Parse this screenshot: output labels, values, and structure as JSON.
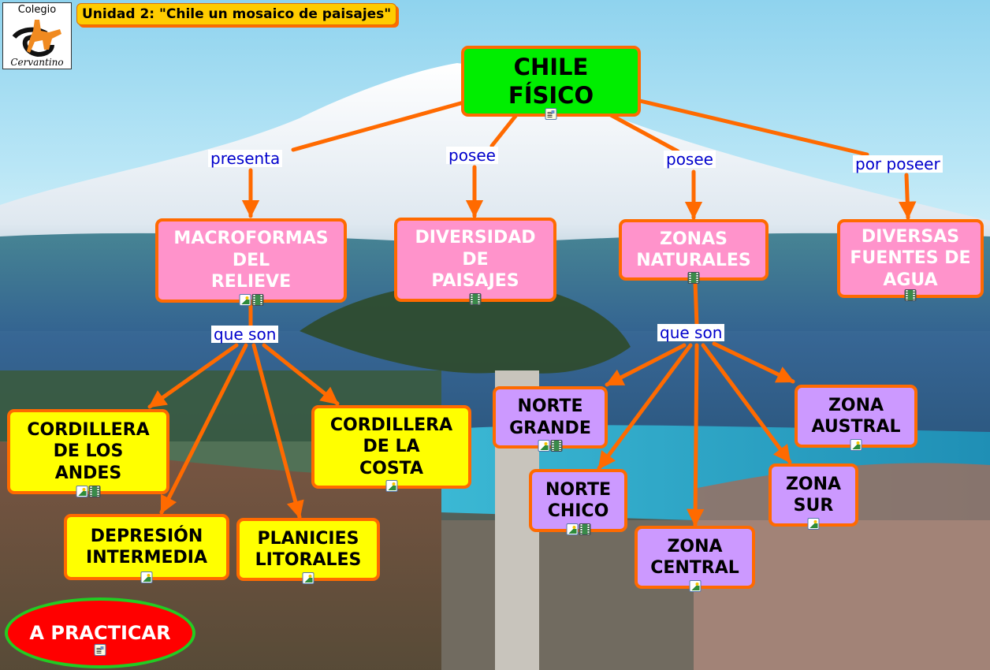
{
  "header": {
    "logo_top": "Colegio",
    "logo_bottom": "Cervantino",
    "title": "Unidad 2: \"Chile un mosaico de paisajes\""
  },
  "colors": {
    "connector": "#ff6a00",
    "root_fill": "#00ee00",
    "level1_fill": "#ff93cb",
    "relief_fill": "#ffff00",
    "zone_fill": "#cc99ff",
    "link_label_text": "#0000cc",
    "practice_fill": "#ff0000",
    "practice_border": "#22cc22"
  },
  "root": {
    "label": "CHILE\nFÍSICO",
    "icons": [
      "document-icon"
    ]
  },
  "link_labels": {
    "presenta": "presenta",
    "posee_1": "posee",
    "posee_2": "posee",
    "por_poseer": "por poseer",
    "que_son_1": "que son",
    "que_son_2": "que son"
  },
  "level1": [
    {
      "id": "macroformas",
      "label": "MACROFORMAS\nDEL\nRELIEVE",
      "icons": [
        "image-icon",
        "video-icon"
      ]
    },
    {
      "id": "diversidad",
      "label": "DIVERSIDAD\nDE\nPAISAJES",
      "icons": [
        "video-icon"
      ]
    },
    {
      "id": "zonas",
      "label": "ZONAS\nNATURALES",
      "icons": [
        "video-icon"
      ]
    },
    {
      "id": "agua",
      "label": "DIVERSAS\nFUENTES DE\nAGUA",
      "icons": [
        "video-icon"
      ]
    }
  ],
  "relief": [
    {
      "id": "andes",
      "label": "CORDILLERA\nDE LOS\nANDES",
      "icons": [
        "image-icon",
        "video-icon"
      ]
    },
    {
      "id": "costa",
      "label": "CORDILLERA\nDE LA\nCOSTA",
      "icons": [
        "image-icon"
      ]
    },
    {
      "id": "depresion",
      "label": "DEPRESIÓN\nINTERMEDIA",
      "icons": [
        "image-icon"
      ]
    },
    {
      "id": "planicies",
      "label": "PLANICIES\nLITORALES",
      "icons": [
        "image-icon"
      ]
    }
  ],
  "zones": [
    {
      "id": "norte-grande",
      "label": "NORTE\nGRANDE",
      "icons": [
        "image-icon",
        "video-icon"
      ]
    },
    {
      "id": "norte-chico",
      "label": "NORTE\nCHICO",
      "icons": [
        "image-icon",
        "video-icon"
      ]
    },
    {
      "id": "central",
      "label": "ZONA\nCENTRAL",
      "icons": [
        "image-icon"
      ]
    },
    {
      "id": "sur",
      "label": "ZONA\nSUR",
      "icons": [
        "image-icon"
      ]
    },
    {
      "id": "austral",
      "label": "ZONA\nAUSTRAL",
      "icons": [
        "image-icon"
      ]
    }
  ],
  "practice_button": {
    "label": "A PRACTICAR",
    "icons": [
      "document-icon"
    ]
  }
}
